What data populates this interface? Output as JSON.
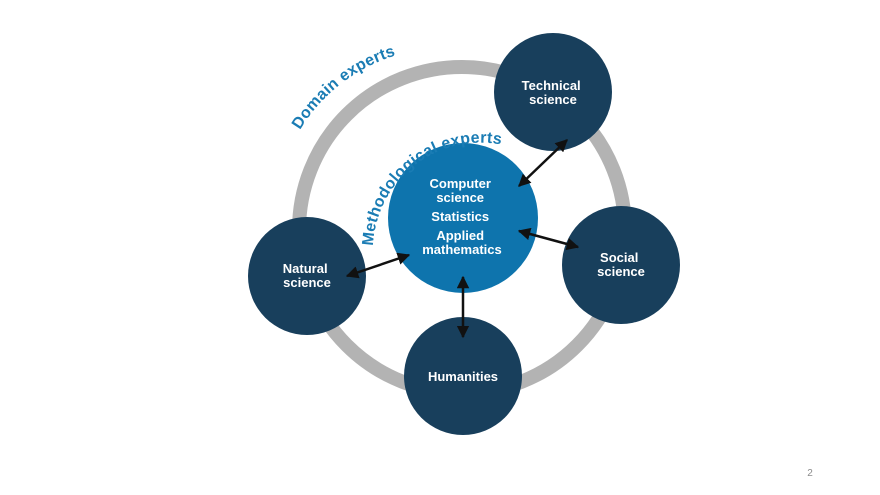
{
  "diagram": {
    "domain_label": "Domain experts",
    "methodological_label": "Methodological experts",
    "center": {
      "lines": [
        "Computer",
        "science",
        "Statistics",
        "Applied",
        "mathematics"
      ]
    },
    "nodes": {
      "technical": [
        "Technical",
        "science"
      ],
      "social": [
        "Social",
        "science"
      ],
      "humanities": [
        "Humanities"
      ],
      "natural": [
        "Natural",
        "science"
      ]
    }
  },
  "colors": {
    "node_dark": "#183f5c",
    "center_blue": "#0e74ad",
    "ring_gray": "#b3b3b3",
    "label_blue": "#1a7cb4",
    "arrow": "#111111"
  },
  "page_number": "2"
}
